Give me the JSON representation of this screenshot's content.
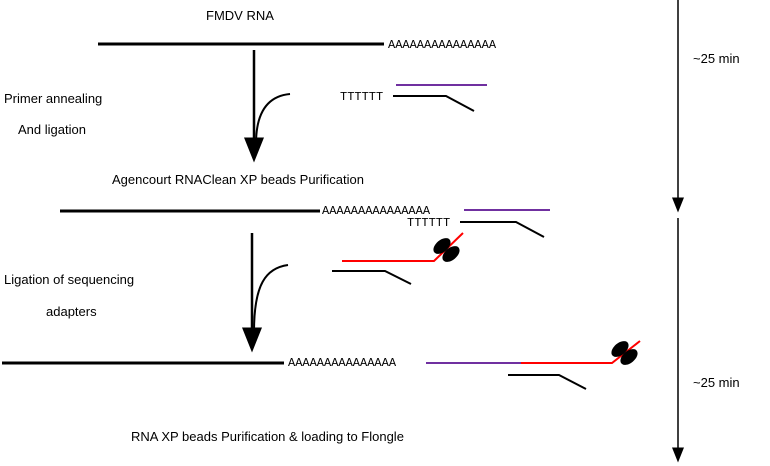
{
  "title": "FMDV RNA",
  "steps": {
    "step1_line1": "Primer annealing",
    "step1_line2": "And ligation",
    "purification1": "Agencourt RNAClean XP beads Purification",
    "step2_line1": "Ligation of sequencing",
    "step2_line2": "adapters",
    "purification2": "RNA XP beads Purification & loading to Flongle"
  },
  "timeline": {
    "time1": "~25 min",
    "time2": "~25 min"
  },
  "sequences": {
    "polyA": "AAAAAAAAAAAAAAA",
    "polyT": "TTTTTT"
  },
  "colors": {
    "rna": "#000000",
    "primer": "#7030a0",
    "adapter": "#ff0000",
    "motor_protein": "#000000"
  }
}
